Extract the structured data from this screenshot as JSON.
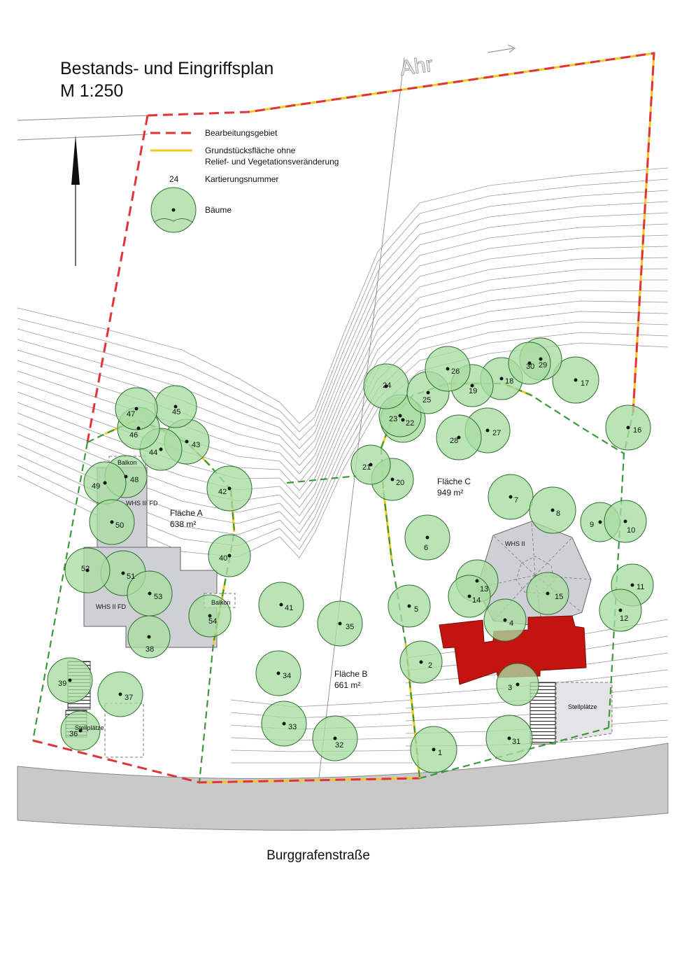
{
  "title": "Bestands- und Eingriffsplan",
  "scale": "M 1:250",
  "river": "Ahr",
  "legend": {
    "boundary": "Bearbeitungsgebiet",
    "unchanged_line1": "Grundstücksfläche ohne",
    "unchanged_line2": "Relief- und Vegetationsveränderung",
    "number_sample": "24",
    "number_label": "Kartierungsnummer",
    "trees_label": "Bäume"
  },
  "areas": {
    "a": {
      "name": "Fläche A",
      "size": "638 m²"
    },
    "b": {
      "name": "Fläche B",
      "size": "661 m²"
    },
    "c": {
      "name": "Fläche C",
      "size": "949 m²"
    }
  },
  "buildings": {
    "whs3": "WHS III FD",
    "whs2fd": "WHS II FD",
    "whs2": "WHS II",
    "balcony_left": "Balkon",
    "balcony_right": "Balkon"
  },
  "parking": [
    "Stellplätze",
    "Stellplätze"
  ],
  "street": "Burggrafenstraße",
  "trees": [
    "1",
    "2",
    "3",
    "4",
    "5",
    "6",
    "7",
    "8",
    "9",
    "10",
    "11",
    "12",
    "13",
    "14",
    "15",
    "16",
    "17",
    "18",
    "19",
    "20",
    "21",
    "22",
    "23",
    "24",
    "25",
    "26",
    "27",
    "28",
    "29",
    "30",
    "31",
    "32",
    "33",
    "34",
    "35",
    "36",
    "37",
    "38",
    "39",
    "40",
    "41",
    "42",
    "43",
    "44",
    "45",
    "46",
    "47",
    "48",
    "49",
    "50",
    "51",
    "52",
    "53",
    "54"
  ],
  "colors": {
    "boundary": "#e0343a",
    "unchanged": "#f2c81e",
    "area_border": "#3a9a3a",
    "tree_fill": "#a8dca2",
    "tree_stroke": "#2e6e2e",
    "building": "#cfcfd6",
    "new_building": "#c4140f",
    "road": "#c9c9c9"
  }
}
